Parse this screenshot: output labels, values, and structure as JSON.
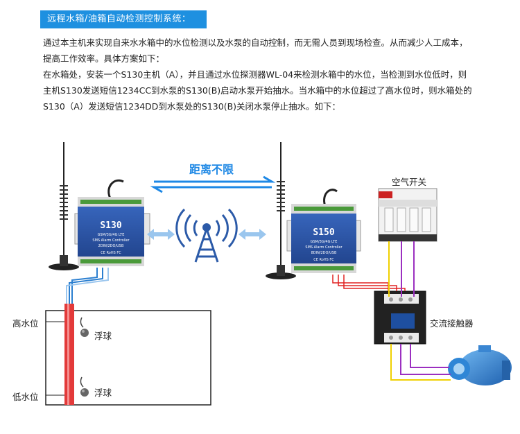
{
  "header": {
    "title": "远程水箱/油箱自动检测控制系统："
  },
  "intro": {
    "line1": "通过本主机来实现自来水水箱中的水位检测以及水泵的自动控制，而无需人员到现场检查。从而减少人工成本，",
    "line2": "提高工作效率。具体方案如下：",
    "line3": "在水箱处，安装一个S130主机（A），并且通过水位探测器WL-04来检测水箱中的水位，当检测到水位低时，则",
    "line4": "主机S130发送短信1234CC到水泵的S130(B)启动水泵开始抽水。当水箱中的水位超过了高水位时，则水箱处的",
    "line5": "S130（A）发送短信1234DD到水泵处的S130(B)关闭水泵停止抽水。如下："
  },
  "diagram": {
    "distance_label": "距离不限",
    "device_a": {
      "model": "S130",
      "sub1": "GSM/3G/4G LTE",
      "sub2": "SMS Alarm Controller",
      "sub3": "2DIN/2DO/USB",
      "marks": "CE RoHS FC"
    },
    "device_b": {
      "model": "S150",
      "sub1": "GSM/3G/4G LTE",
      "sub2": "SMS Alarm Controller",
      "sub3": "8DIN/2DO/USB",
      "marks": "CE RoHS FC"
    },
    "high_level_label": "高水位",
    "low_level_label": "低水位",
    "float_label_1": "浮球",
    "float_label_2": "浮球",
    "breaker_label": "空气开关",
    "contactor_label": "交流接触器"
  },
  "colors": {
    "header_bg": "#1e90e0",
    "device_blue": "#2c56a8",
    "wire_red": "#e02020",
    "wire_purple": "#9b2fc0",
    "wire_yellow": "#f0d000",
    "arrow_blue": "#1e88e5"
  }
}
